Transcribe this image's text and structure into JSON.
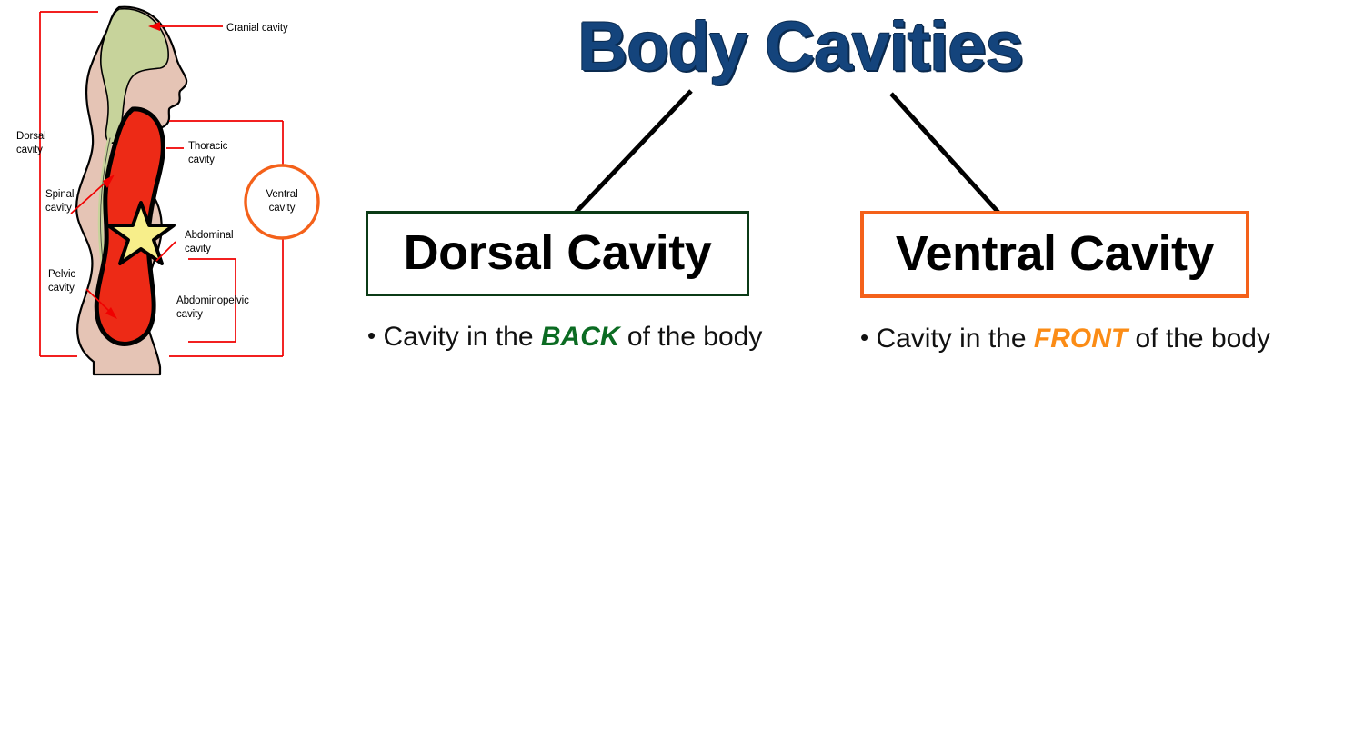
{
  "title": "Body Cavities",
  "colors": {
    "title": "#14447C",
    "dorsal_accent": "#0B3B16",
    "ventral_accent": "#F4611A",
    "back_keyword": "#0B6B22",
    "front_keyword": "#FB8C16",
    "cavity_red": "#ED2A16",
    "cranial_green": "#C7D39B",
    "skin": "#E5C4B5",
    "star_yellow": "#F7EE8A",
    "bracket_red": "#F00000"
  },
  "figure": {
    "caption_labels": [
      {
        "id": "cranial",
        "line1": "Cranial cavity",
        "line2": ""
      },
      {
        "id": "dorsal",
        "line1": "Dorsal",
        "line2": "cavity"
      },
      {
        "id": "spinal",
        "line1": "Spinal",
        "line2": "cavity"
      },
      {
        "id": "pelvic",
        "line1": "Pelvic",
        "line2": "cavity"
      },
      {
        "id": "thoracic",
        "line1": "Thoracic",
        "line2": "cavity"
      },
      {
        "id": "abdominal",
        "line1": "Abdominal",
        "line2": "cavity"
      },
      {
        "id": "abdominopelvic",
        "line1": "Abdominopelvic",
        "line2": "cavity"
      },
      {
        "id": "ventral",
        "line1": "Ventral",
        "line2": "cavity"
      }
    ]
  },
  "columns": [
    {
      "id": "dorsal",
      "heading": "Dorsal Cavity",
      "bullet_prefix": "Cavity in the",
      "bullet_keyword": "BACK",
      "bullet_suffix": "of the body",
      "bullet_marker": "•"
    },
    {
      "id": "ventral",
      "heading": "Ventral Cavity",
      "bullet_prefix": "Cavity in the",
      "bullet_keyword": "FRONT",
      "bullet_suffix": "of the body",
      "bullet_marker": "•"
    }
  ]
}
